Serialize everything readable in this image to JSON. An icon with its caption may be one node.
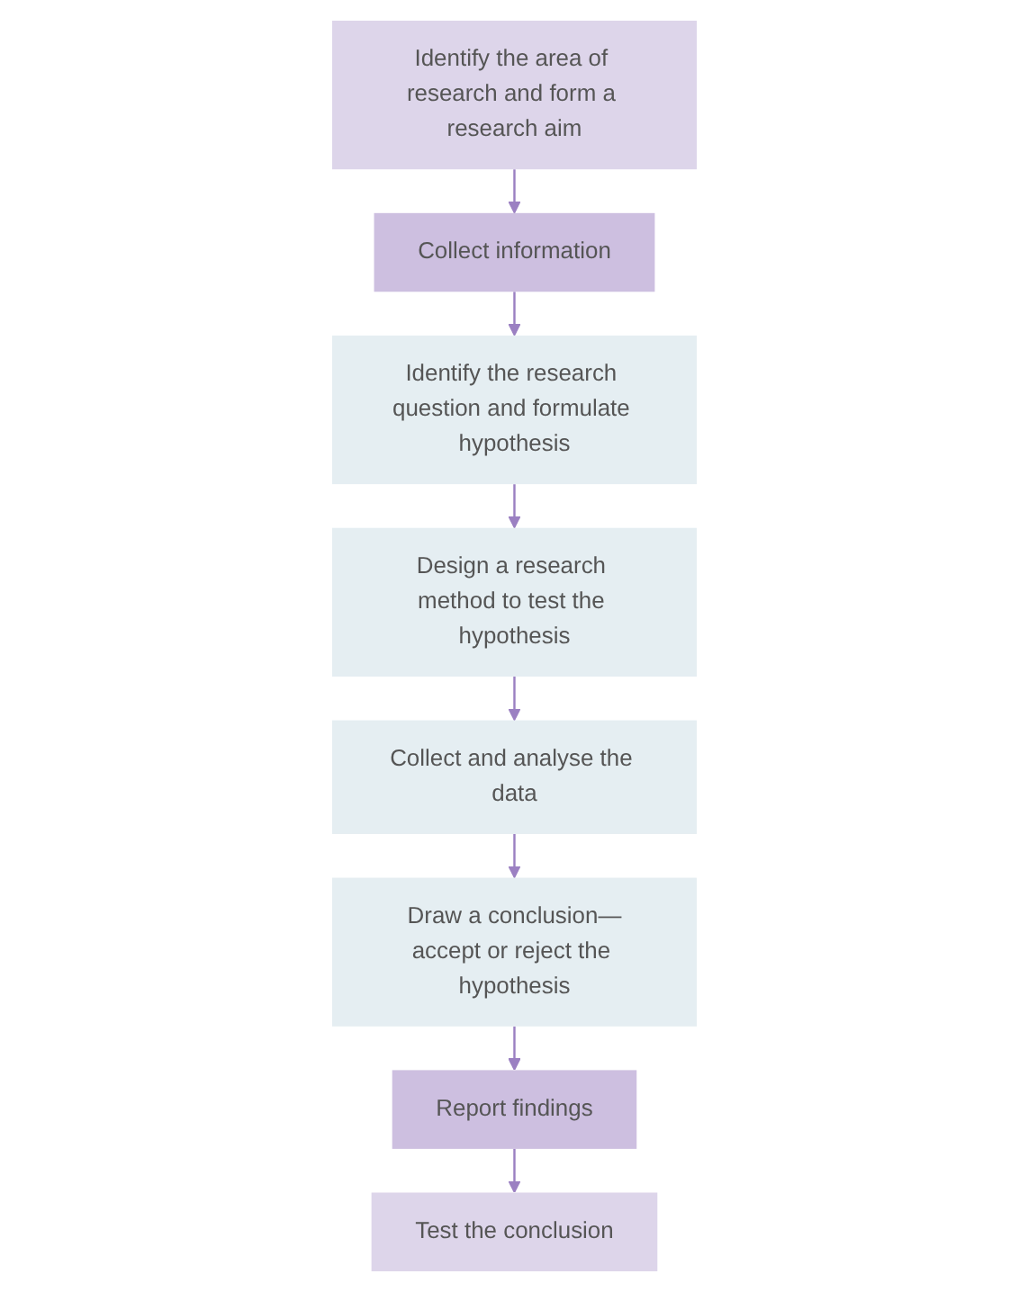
{
  "diagram": {
    "nodes": [
      {
        "text": [
          "Identify the area of research and form a research aim"
        ]
      },
      {
        "text": [
          "Collect information"
        ]
      },
      {
        "text": [
          "Identify the research question and formulate hypothesis"
        ]
      },
      {
        "text": [
          "Design a research method to test the hypothesis"
        ]
      },
      {
        "text": [
          "Collect and analyse the data"
        ]
      },
      {
        "text": [
          "Draw a conclusion—accept or reject the hypothesis"
        ]
      },
      {
        "text": [
          "Test the conclusion"
        ]
      },
      {
        "text": [
          "Report findings"
        ]
      }
    ],
    "edges": [
      {
        "from": 0,
        "to": 1,
        "arrow": "to"
      },
      {
        "from": 1,
        "to": 2,
        "arrow": "to"
      },
      {
        "from": 2,
        "to": 3,
        "arrow": "to"
      },
      {
        "from": 3,
        "to": 4,
        "arrow": "to"
      },
      {
        "from": 4,
        "to": 5,
        "arrow": "to"
      },
      {
        "from": 5,
        "to": 7,
        "arrow": "to"
      },
      {
        "from": 7,
        "to": 6,
        "arrow": "to"
      }
    ]
  }
}
